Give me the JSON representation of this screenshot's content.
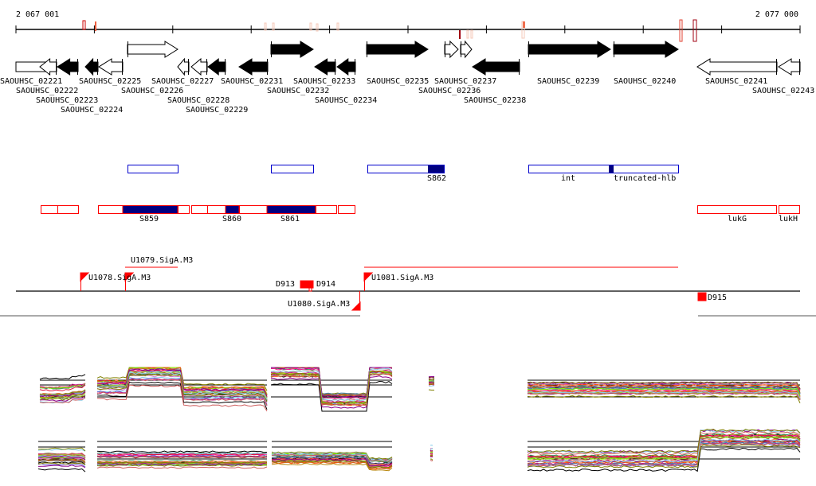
{
  "ruler": {
    "start_label": "2 067 001",
    "end_label": "2 077 000"
  },
  "genes": [
    {
      "id": "SAOUHSC_02221",
      "strand": "-",
      "style": "open"
    },
    {
      "id": "SAOUHSC_02222",
      "strand": "-",
      "style": "open"
    },
    {
      "id": "SAOUHSC_02223",
      "strand": "-",
      "style": "filled"
    },
    {
      "id": "SAOUHSC_02224",
      "strand": "-",
      "style": "filled"
    },
    {
      "id": "SAOUHSC_02225",
      "strand": "-",
      "style": "open"
    },
    {
      "id": "SAOUHSC_02226",
      "strand": "+",
      "style": "open"
    },
    {
      "id": "SAOUHSC_02227",
      "strand": "-",
      "style": "open"
    },
    {
      "id": "SAOUHSC_02228",
      "strand": "-",
      "style": "open"
    },
    {
      "id": "SAOUHSC_02229",
      "strand": "-",
      "style": "filled"
    },
    {
      "id": "SAOUHSC_02231",
      "strand": "-",
      "style": "filled"
    },
    {
      "id": "SAOUHSC_02232",
      "strand": "+",
      "style": "filled"
    },
    {
      "id": "SAOUHSC_02233",
      "strand": "-",
      "style": "filled"
    },
    {
      "id": "SAOUHSC_02234",
      "strand": "-",
      "style": "filled"
    },
    {
      "id": "SAOUHSC_02235",
      "strand": "+",
      "style": "filled"
    },
    {
      "id": "SAOUHSC_02236",
      "strand": "+",
      "style": "open"
    },
    {
      "id": "SAOUHSC_02237",
      "strand": "+",
      "style": "open"
    },
    {
      "id": "SAOUHSC_02238",
      "strand": "-",
      "style": "filled"
    },
    {
      "id": "SAOUHSC_02239",
      "strand": "+",
      "style": "filled"
    },
    {
      "id": "SAOUHSC_02240",
      "strand": "+",
      "style": "filled"
    },
    {
      "id": "SAOUHSC_02241",
      "strand": "-",
      "style": "open"
    },
    {
      "id": "SAOUHSC_02243",
      "strand": "-",
      "style": "open"
    }
  ],
  "blue_track": {
    "labels": [
      "S862",
      "int",
      "truncated-hlb"
    ]
  },
  "red_track": {
    "labels": [
      "S859",
      "S860",
      "S861",
      "lukG",
      "lukH"
    ]
  },
  "promoters": {
    "labels": [
      "U1078.SigA.M3",
      "U1079.SigA.M3",
      "U1080.SigA.M3",
      "U1081.SigA.M3",
      "D913",
      "D914",
      "D915"
    ]
  },
  "colors": {
    "filled_gene": "#000000",
    "blue_track": "#0000cc",
    "navy_fill": "#000080",
    "red_track": "#ff0000"
  }
}
